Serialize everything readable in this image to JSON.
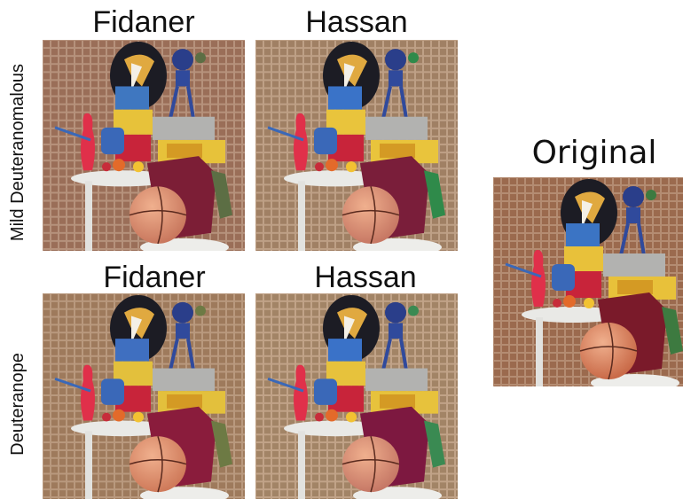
{
  "column_labels": [
    "Fidaner",
    "Hassan"
  ],
  "row_labels": [
    "Mild Deuteranomalous",
    "Deuteranope"
  ],
  "original_label": "Original",
  "images": [
    {
      "id": "mild-fidaner",
      "wall": "#9a6e58",
      "grout": "#b6927c",
      "shirt": "#7c1e36",
      "ball": "#c9785e",
      "green": "#5c6e44",
      "bluebox": "#3f77c0",
      "yellow": "#e7c23a"
    },
    {
      "id": "mild-hassan",
      "wall": "#a08064",
      "grout": "#bea086",
      "shirt": "#7a1e3a",
      "ball": "#c77864",
      "green": "#2f8a4a",
      "bluebox": "#3a73c8",
      "yellow": "#e9c43c"
    },
    {
      "id": "deut-fidaner",
      "wall": "#9e7a5c",
      "grout": "#b9997e",
      "shirt": "#8a1c3c",
      "ball": "#cf7a5a",
      "green": "#6d7a44",
      "bluebox": "#3f6fc0",
      "yellow": "#e3c03c"
    },
    {
      "id": "deut-hassan",
      "wall": "#a28466",
      "grout": "#c1a388",
      "shirt": "#7d1840",
      "ball": "#c67866",
      "green": "#3a8a52",
      "bluebox": "#3a72c8",
      "yellow": "#e7c23c"
    },
    {
      "id": "original",
      "wall": "#9b6a4e",
      "grout": "#b48c72",
      "shirt": "#7a1a2a",
      "ball": "#c96a48",
      "green": "#3d7a40",
      "bluebox": "#3b74c4",
      "yellow": "#e8c13a"
    }
  ]
}
